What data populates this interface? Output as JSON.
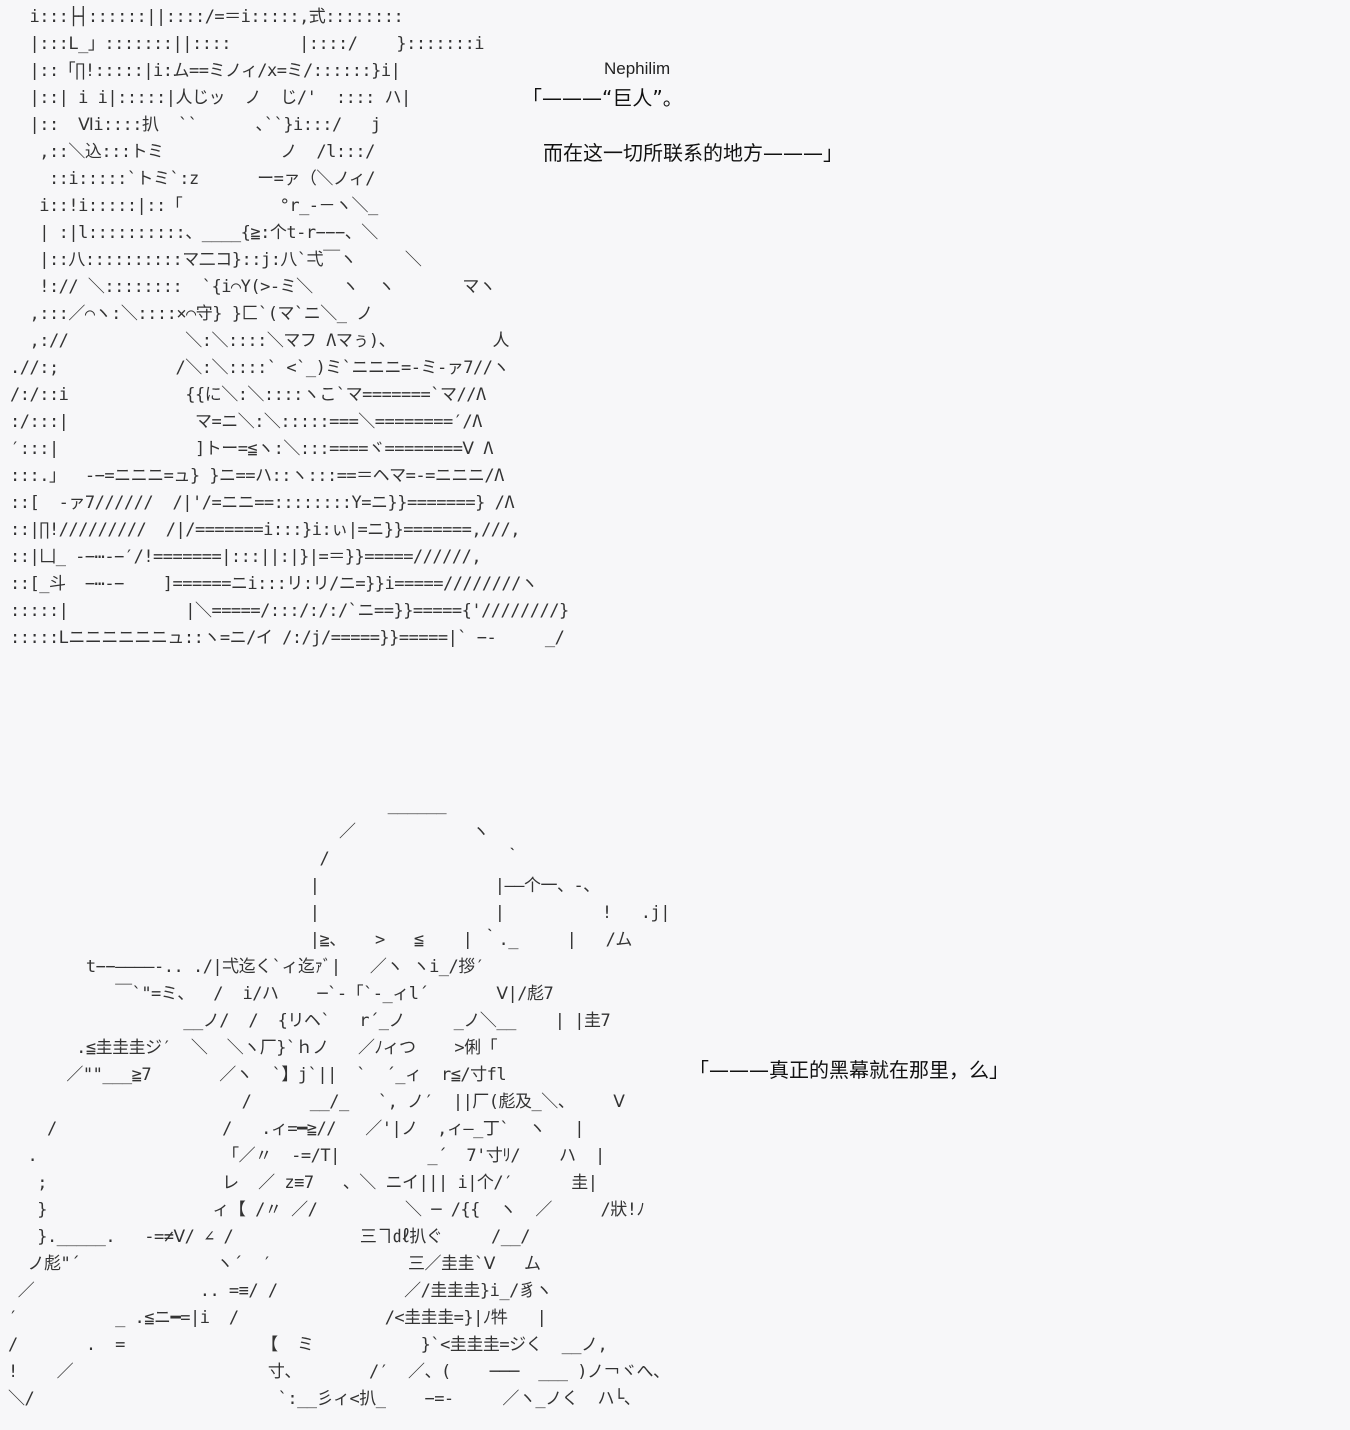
{
  "art_top": [
    "  i:::├┤::::::||::::/=＝i:::::,式::::::::",
    "  |:::L_」:::::::||::::       |::::/    }:::::::i",
    "  |::「∏!:::::|i:ム==ミノィ/x=ミ/::::::}i|",
    "  |::| i i|:::::|人じッ  ノ  じ/'  :::: ハ|",
    "  |::  Ⅵi::::扒  ``      ､``}i:::/   j",
    "   ,::＼込:::トミ            ノ  /l:::/",
    "    ::i:::::`トミ`:z      ー=ァ（＼ノィ/",
    "   i::!i:::::|::「          °r_-－ヽ＼_",
    "   | :|l::::::::::、____{≧:个t-r−−−、＼",
    "   |::八::::::::::マ二コ}::j:八`弌￣ヽ     ＼",
    "   !:// ＼::::::::  `{i⌒Y(>-ミ＼   ヽ  ヽ       マヽ",
    "  ,:::／⌒ヽ:＼::::×⌒守} }匚`(マ`ニ＼_ ノ",
    "  ,://            ＼:＼::::＼マフ Λマぅ)、          人",
    ".//:;            /＼:＼::::` <`_)ミ`ニニニ=-ミ-ァ7//ヽ",
    "/:/::i            {{に＼:＼::::ヽこ`マ=======`マ//Λ",
    ":/:::|             マ=ニ＼:＼:::::===＼========′/Λ",
    "′:::|              ]トー=≦ヽ:＼:::====ヾ========Ⅴ Λ",
    ":::.」  -−=ニニニ=ュ} }ニ==ハ::ヽ:::==＝ヘマ=-=ニニニ/Λ",
    "::[  -ァ7//////  /|'/=ニニ==::::::::Y=ニ}}=======} /Λ",
    "::|∏!/////////  /|/=======i:::}i:ぃ|=ニ}}=======,///,",
    "::|凵_ -−⋯-−′/!=======|:::||:|}|=＝}}=====//////,",
    "::[_斗  −⋯-−    ]======ニi:::リ:リ/ニ=}}i=====////////ヽ",
    ":::::|            |＼=====/:::/:/:/`ニ==}}====={'////////}",
    ":::::Lニニニニニニュ::ヽ=ニ/イ /:/j/=====}}=====|` −-     _/"
  ],
  "ruby_text": "Nephilim",
  "dialogue_top_1": "「———“巨人”。",
  "dialogue_top_2": "而在这一切所联系的地方———」",
  "art_bottom": [
    "                                       ______",
    "                                  ／            ヽ",
    "                                /                  ｀",
    "                               |                  |——个一、-、",
    "                               |                  |          !   .j|",
    "                               |≧、   >   ≦    | ｀._     |   /ム",
    "        t−−————-.. ./|弌迄く`ィ迄ｧﾞ|   ／ヽ ヽi_/拶′",
    "           ￣`\"=ミ、  /  i/ハ    ─`-「`-_ィl´       Ⅴ|/彪7",
    "                  __ノ/  /  {リヘ`   r´_ノ     _ノ＼__    | |圭7",
    "       .≦圭圭圭ジ′  ＼  ＼ヽ厂}`ｈノ   ／ﾉィつ    >俐「",
    "      ／\"\"___≧7       ／ヽ  `】j`||  `  ´_ィ  r≦/寸fl",
    "                        /      __/_   `, ノ′  ||厂(彪及_＼、    Ⅴ",
    "    /                 /   .ィ=━≧//   ／'|ノ  ,ィ—_丁`  ヽ   |",
    "  .                   「／〃  -=/T|         _´  7'寸ﾘ/    ハ  |",
    "   ;                  レ  ／ z≡7   、＼ ニイ||| i|个/′      圭|",
    "   }                 ィ【 /〃 ／/         ＼ ─ /{{  ヽ  ／     /狀!ﾉ",
    "   }._____.   -=≠Ⅴ/ ∠ /             三ヿ㎗扒ぐ     /__/",
    "  ノ彪\"´              ヽ´  ′              三／圭圭`Ⅴ   ム",
    " ／                 .. =≡/ /             ／/圭圭圭}i_/豸ヽ",
    "′          _ .≦ニ━=|i  /               /<圭圭圭=}|ﾉ牪   |",
    "/       .  =              【  ミ           }`<圭圭圭=ジく  __ノ,",
    "!    ／                    寸、       /′  ／、(    ───  ___ )ノ￢ヾへ、",
    "＼/                         `:__彡ィ<扒_    −=-     ／ヽ_ノく  ハ└、"
  ],
  "dialogue_bottom": "「———真正的黑幕就在那里，么」"
}
